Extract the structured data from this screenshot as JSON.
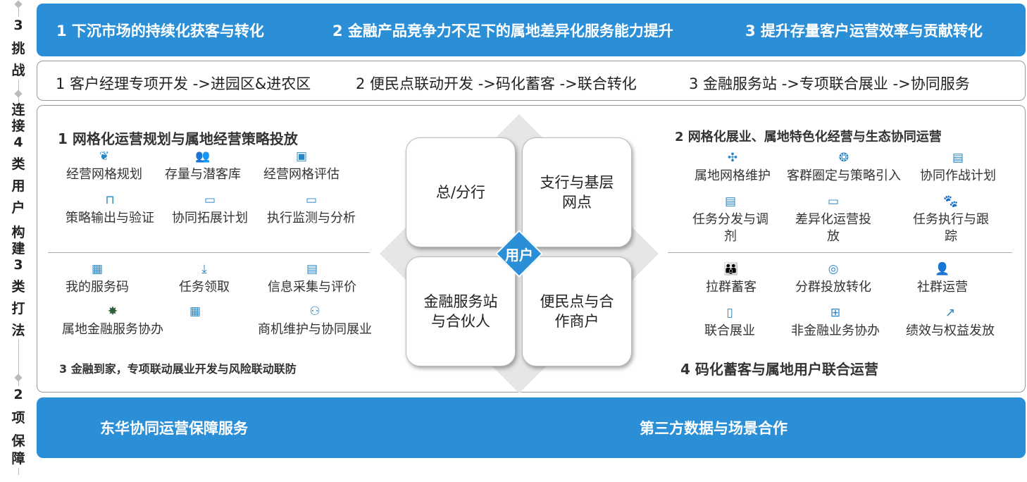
{
  "side": {
    "challenges": [
      "3",
      "挑",
      "战"
    ],
    "connect": [
      "连",
      "接",
      "4",
      "类",
      "用",
      "户",
      "构",
      "建",
      "3",
      "类",
      "打",
      "法"
    ],
    "guarantee": [
      "2",
      "项",
      "保",
      "障"
    ]
  },
  "challenges": [
    "1 下沉市场的持续化获客与转化",
    "2 金融产品竞争力不足下的属地差异化服务能力提升",
    "3 提升存量客户运营效率与贡献转化"
  ],
  "paths": [
    "1 客户经理专项开发 ->进园区&进农区",
    "2 便民点联动开发 ->码化蓄客 ->联合转化",
    "3 金融服务站 ->专项联合展业 ->协同服务"
  ],
  "q1": {
    "title": "1 网格化运营规划与属地经营策略投放",
    "items": [
      {
        "label": "经营网格规划",
        "icon": "balloons-icon",
        "glyph": "❦"
      },
      {
        "label": "存量与潜客库",
        "icon": "users-icon",
        "glyph": "👥"
      },
      {
        "label": "经营网格评估",
        "icon": "screen-icon",
        "glyph": "▣"
      },
      {
        "label": "策略输出与验证",
        "icon": "board-icon",
        "glyph": "⊓"
      },
      {
        "label": "协同拓展计划",
        "icon": "calendar-icon",
        "glyph": "▭"
      },
      {
        "label": "执行监测与分析",
        "icon": "monitor-icon",
        "glyph": "▭"
      }
    ]
  },
  "q2": {
    "title": "2 网格化展业、属地特色化经营与生态协同运营",
    "items": [
      {
        "label": "属地网格维护",
        "icon": "compass-icon",
        "glyph": "✣"
      },
      {
        "label": "客群圈定与策略引入",
        "icon": "circle-users-icon",
        "glyph": "❂"
      },
      {
        "label": "协同作战计划",
        "icon": "chart-doc-icon",
        "glyph": "▤"
      },
      {
        "label": "任务分发与调剂",
        "icon": "clipboard-icon",
        "glyph": "▤"
      },
      {
        "label": "差异化运营投放",
        "icon": "calendar-icon",
        "glyph": "▭"
      },
      {
        "label": "任务执行与跟踪",
        "icon": "paw-icon",
        "glyph": "🐾"
      },
      {
        "label": "拉群蓄客",
        "icon": "group-icon",
        "glyph": "👪"
      },
      {
        "label": "分群投放转化",
        "icon": "compass-icon",
        "glyph": "◎"
      },
      {
        "label": "社群运营",
        "icon": "person-icon",
        "glyph": "👤"
      },
      {
        "label": "联合展业",
        "icon": "phone-icon",
        "glyph": "▯"
      },
      {
        "label": "非金融业务协办",
        "icon": "network-icon",
        "glyph": "⊞"
      },
      {
        "label": "绩效与权益发放",
        "icon": "line-chart-icon",
        "glyph": "↗"
      }
    ]
  },
  "q3": {
    "title": "3 金融到家，专项联动展业开发与风险联动联防",
    "items": [
      {
        "label": "我的服务码",
        "icon": "qr-icon",
        "glyph": "▦"
      },
      {
        "label": "任务领取",
        "icon": "download-tray-icon",
        "glyph": "⤓"
      },
      {
        "label": "信息采集与评价",
        "icon": "newspaper-icon",
        "glyph": "▤"
      },
      {
        "label": "属地金融服务协办",
        "icon": "star-people-icon",
        "glyph": "✸"
      },
      {
        "label": "",
        "icon": "qr-icon",
        "glyph": "▦"
      },
      {
        "label": "商机维护与协同展业",
        "icon": "people-icon",
        "glyph": "⚇"
      }
    ]
  },
  "q4": {
    "title": "4 码化蓄客与属地用户联合运营"
  },
  "center": {
    "tl": "总/分行",
    "tr": "支行与基层网点",
    "bl": "金融服务站与合伙人",
    "br": "便民点与合作商户",
    "hub": "用户"
  },
  "guarantees": [
    "东华协同运营保障服务",
    "第三方数据与场景合作"
  ],
  "colors": {
    "blue": "#2b8fd8",
    "icon": "#2a86c2"
  }
}
